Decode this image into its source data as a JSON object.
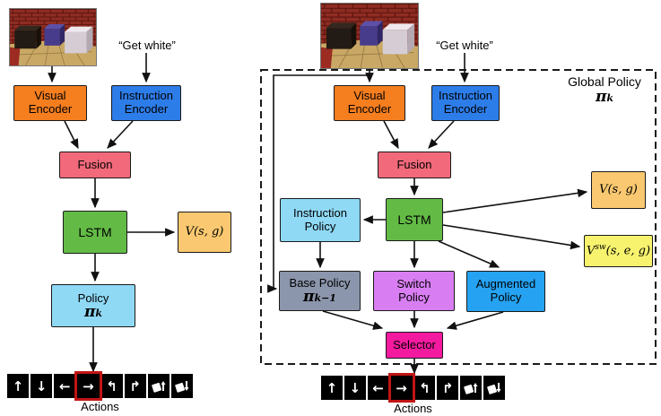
{
  "diagram": {
    "left": {
      "instruction_text": "“Get white”",
      "visual_encoder": "Visual\nEncoder",
      "instruction_encoder": "Instruction\nEncoder",
      "fusion": "Fusion",
      "lstm": "LSTM",
      "value": "V(s, g)",
      "policy": {
        "label": "Policy",
        "pi": "π",
        "sub": "k"
      },
      "actions_label": "Actions"
    },
    "right": {
      "global_policy": {
        "label": "Global Policy",
        "pi": "π",
        "sub": "k"
      },
      "instruction_text": "“Get white”",
      "visual_encoder": "Visual\nEncoder",
      "instruction_encoder": "Instruction\nEncoder",
      "fusion": "Fusion",
      "lstm": "LSTM",
      "instruction_policy": "Instruction\nPolicy",
      "base_policy": {
        "label": "Base Policy",
        "pi": "π",
        "sub": "k−1"
      },
      "switch_policy": "Switch\nPolicy",
      "augmented_policy": "Augmented\nPolicy",
      "selector": "Selector",
      "value": "V(s, g)",
      "value_sw": {
        "base": "V",
        "sup": "sw",
        "rest": "(s, e, g)"
      },
      "actions_label": "Actions"
    },
    "actions": {
      "highlighted_index": 3,
      "icons": [
        {
          "name": "move-up",
          "glyph": "↑"
        },
        {
          "name": "move-down",
          "glyph": "↓"
        },
        {
          "name": "move-left",
          "glyph": "←"
        },
        {
          "name": "move-right",
          "glyph": "→"
        },
        {
          "name": "turn-left",
          "glyph": "↰"
        },
        {
          "name": "turn-right",
          "glyph": "↱"
        },
        {
          "name": "pickup",
          "glyph": ""
        },
        {
          "name": "putdown",
          "glyph": ""
        }
      ]
    },
    "colors": {
      "visual_encoder": "#f57e1f",
      "instruction_encoder": "#2d7de9",
      "fusion": "#f1697a",
      "lstm": "#63bb46",
      "value": "#f9c870",
      "value_sw": "#f7f36e",
      "policy": "#8fd9f5",
      "instruction_policy": "#8fd9f5",
      "base_policy": "#8b95ab",
      "switch_policy": "#d97ef2",
      "augmented_policy": "#25a2f2",
      "selector": "#f41a9f",
      "highlight": "#c11414"
    }
  }
}
